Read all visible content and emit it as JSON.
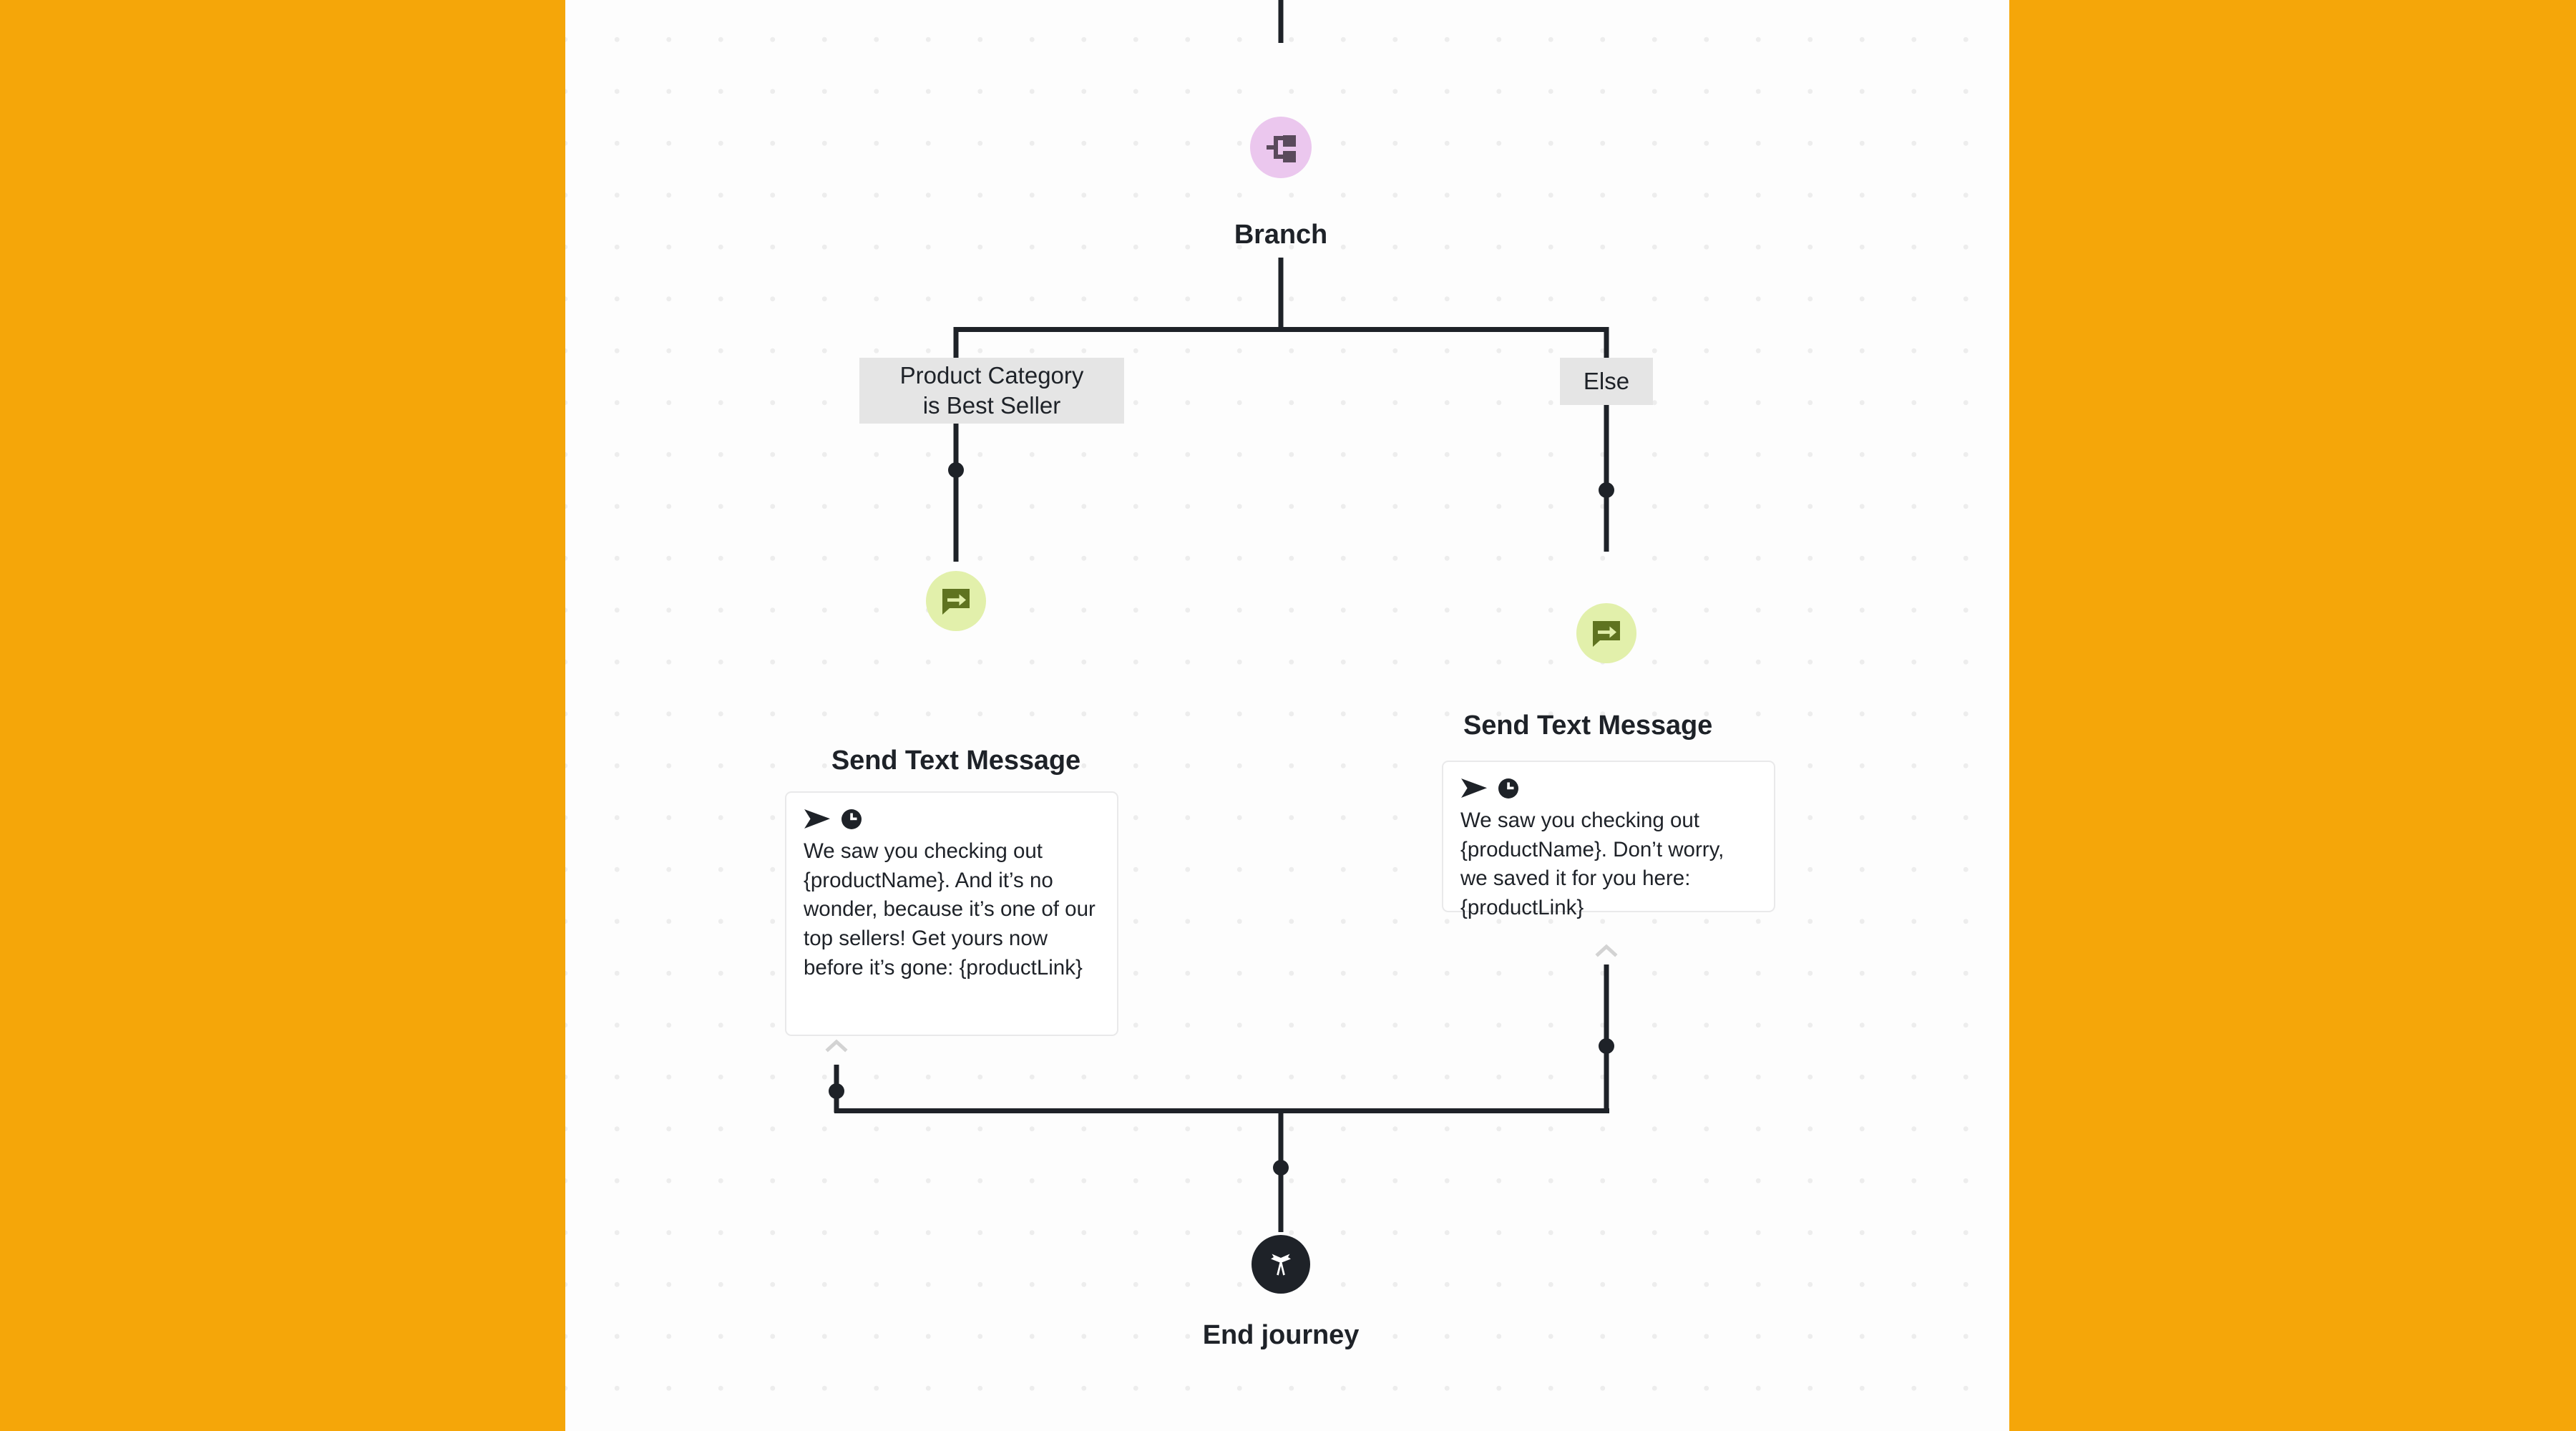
{
  "theme": {
    "page_background": "#F5A609",
    "canvas_background": "#FDFDFD",
    "grid_dot": "#EDEDED",
    "line": "#1E2228",
    "branch_circle": "#EBC7EE",
    "branch_icon": "#5A4A5C",
    "message_circle": "#E2F0AB",
    "message_icon": "#5F7320",
    "end_circle": "#1E2228",
    "end_icon": "#FFFFFF",
    "condition_pill": "#E5E5E5",
    "card_border": "#E9E9EA",
    "caret": "#D3D3D3"
  },
  "flow": {
    "branch_node": {
      "title": "Branch",
      "icon": "branch-icon"
    },
    "conditions": [
      {
        "id": "best-seller",
        "label": "Product Category\nis Best Seller",
        "lines": [
          "Product Category",
          "is Best Seller"
        ]
      },
      {
        "id": "else",
        "label": "Else",
        "lines": [
          "Else"
        ]
      }
    ],
    "message_nodes": [
      {
        "id": "left",
        "title": "Send Text Message",
        "icon": "send-message-icon",
        "card": {
          "icons": [
            "send-icon",
            "clock-icon"
          ],
          "text": "We saw you checking out {productName}. And it’s no wonder, because it’s one of our top sellers! Get yours now before it’s gone: {productLink}"
        }
      },
      {
        "id": "right",
        "title": "Send Text Message",
        "icon": "send-message-icon",
        "card": {
          "icons": [
            "send-icon",
            "clock-icon"
          ],
          "text": "We saw you checking out {productName}. Don’t worry, we saved it for you here: {productLink}"
        }
      }
    ],
    "end_node": {
      "title": "End journey",
      "icon": "crossed-flags-icon"
    }
  }
}
